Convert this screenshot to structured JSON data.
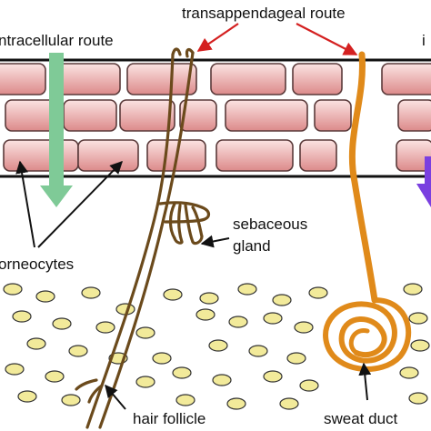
{
  "labels": {
    "transappendageal": "transappendageal route",
    "intracellular": "ntracellular route",
    "right_edge": "i",
    "corneocytes": "orneocytes",
    "sebaceous_line1": "sebaceous",
    "sebaceous_line2": "gland",
    "hair_follicle": "hair follicle",
    "sweat_duct": "sweat duct"
  },
  "colors": {
    "cell_fill_light": "#fbe3e2",
    "cell_fill_dark": "#dc8a8a",
    "cell_stroke": "#5a3a3a",
    "layer_line": "#111111",
    "intracellular_arrow": "#7fca97",
    "right_arrow": "#7a3fe0",
    "pointer_red": "#d42020",
    "hair_follicle": "#6b4a1c",
    "sweat_duct": "#e08a1a",
    "dermis_cell": "#f2ea9a",
    "dermis_cell_stroke": "#333333",
    "pointer_black": "#111111"
  },
  "icons": {
    "intracellular_arrow": "down-arrow-icon",
    "right_arrow": "down-arrow-icon"
  }
}
